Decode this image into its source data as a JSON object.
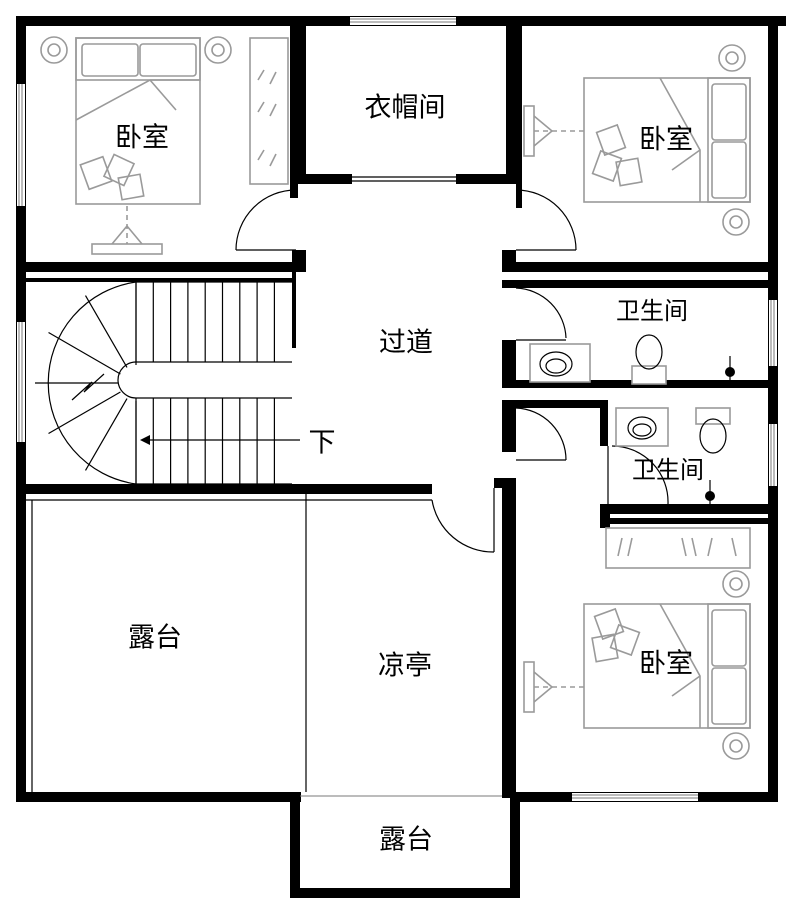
{
  "rooms": {
    "bedroom_nw": "卧室",
    "cloakroom": "衣帽间",
    "bedroom_ne": "卧室",
    "corridor": "过道",
    "bathroom_1": "卫生间",
    "bathroom_2": "卫生间",
    "stair_down": "下",
    "terrace_west": "露台",
    "pavilion": "凉亭",
    "terrace_south": "露台",
    "bedroom_se": "卧室"
  }
}
